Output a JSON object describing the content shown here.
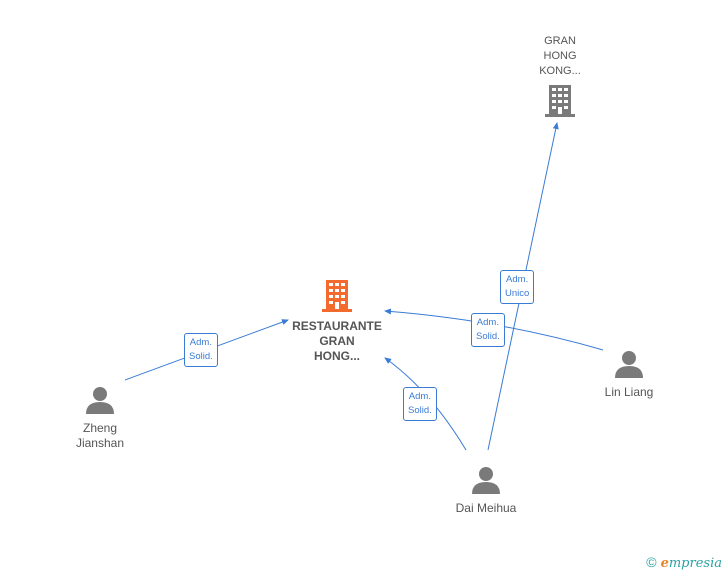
{
  "nodes": {
    "gran_hong": {
      "line1": "GRAN",
      "line2": "HONG",
      "line3": "KONG..."
    },
    "restaurante": {
      "line1": "RESTAURANTE",
      "line2": "GRAN",
      "line3": "HONG..."
    },
    "zheng": {
      "line1": "Zheng",
      "line2": "Jianshan"
    },
    "lin": {
      "line1": "Lin Liang"
    },
    "dai": {
      "line1": "Dai Meihua"
    }
  },
  "badges": {
    "zheng_rest": {
      "l1": "Adm.",
      "l2": "Solid."
    },
    "lin_rest": {
      "l1": "Adm.",
      "l2": "Solid."
    },
    "dai_rest": {
      "l1": "Adm.",
      "l2": "Solid."
    },
    "dai_gran": {
      "l1": "Adm.",
      "l2": "Unico"
    }
  },
  "footer": {
    "copyright": "©",
    "brand_e": "e",
    "brand_rest": "mpresia"
  },
  "colors": {
    "edge": "#3a7bd5",
    "main_company": "#f26a2e",
    "company": "#7a7a7a",
    "person": "#7a7a7a"
  }
}
